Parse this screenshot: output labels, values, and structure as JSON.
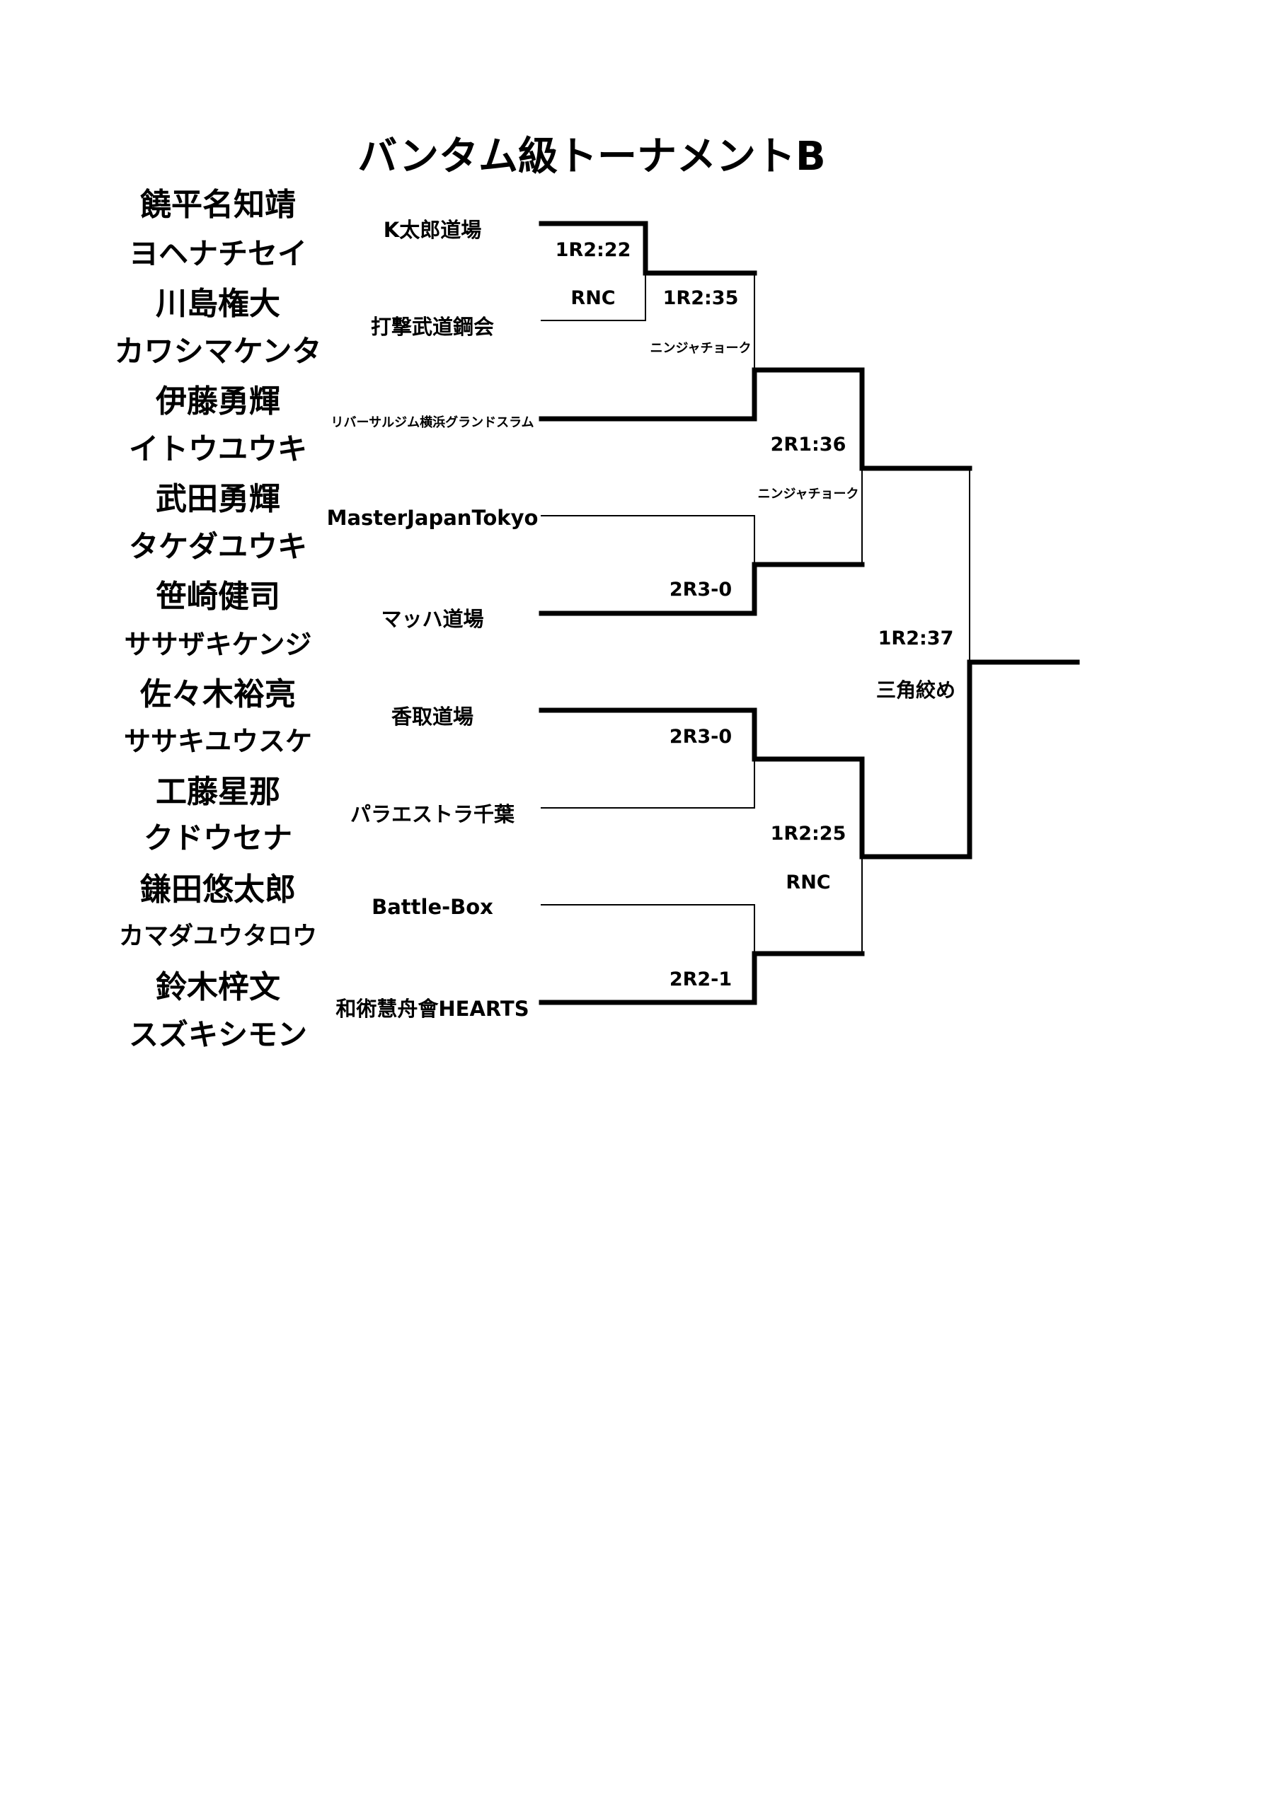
{
  "title": "バンタム級トーナメントB",
  "fighters": [
    {
      "kanji": "饒平名知靖",
      "reading": "ヨヘナチセイ",
      "gym": "K太郎道場"
    },
    {
      "kanji": "川島権大",
      "reading": "カワシマケンタ",
      "gym": "打撃武道鋼会"
    },
    {
      "kanji": "伊藤勇輝",
      "reading": "イトウユウキ",
      "gym": "リバーサルジム横浜グランドスラム"
    },
    {
      "kanji": "武田勇輝",
      "reading": "タケダユウキ",
      "gym": "MasterJapanTokyo"
    },
    {
      "kanji": "笹崎健司",
      "reading": "ササザキケンジ",
      "gym": "マッハ道場"
    },
    {
      "kanji": "佐々木裕亮",
      "reading": "ササキユウスケ",
      "gym": "香取道場"
    },
    {
      "kanji": "工藤星那",
      "reading": "クドウセナ",
      "gym": "パラエストラ千葉"
    },
    {
      "kanji": "鎌田悠太郎",
      "reading": "カマダユウタロウ",
      "gym": "Battle-Box"
    },
    {
      "kanji": "鈴木梓文",
      "reading": "スズキシモン",
      "gym": "和術慧舟會HEARTS"
    }
  ],
  "results": {
    "m1_time": "1R2:22",
    "m1_method": "RNC",
    "m2_time": "1R2:35",
    "m2_method": "ニンジャチョーク",
    "m3_result": "2R3-0",
    "m4_result": "2R3-0",
    "m5_result": "2R2-1",
    "sf1_time": "2R1:36",
    "sf1_method": "ニンジャチョーク",
    "sf2_time": "1R2:25",
    "sf2_method": "RNC",
    "final_time": "1R2:37",
    "final_method": "三角絞め"
  }
}
